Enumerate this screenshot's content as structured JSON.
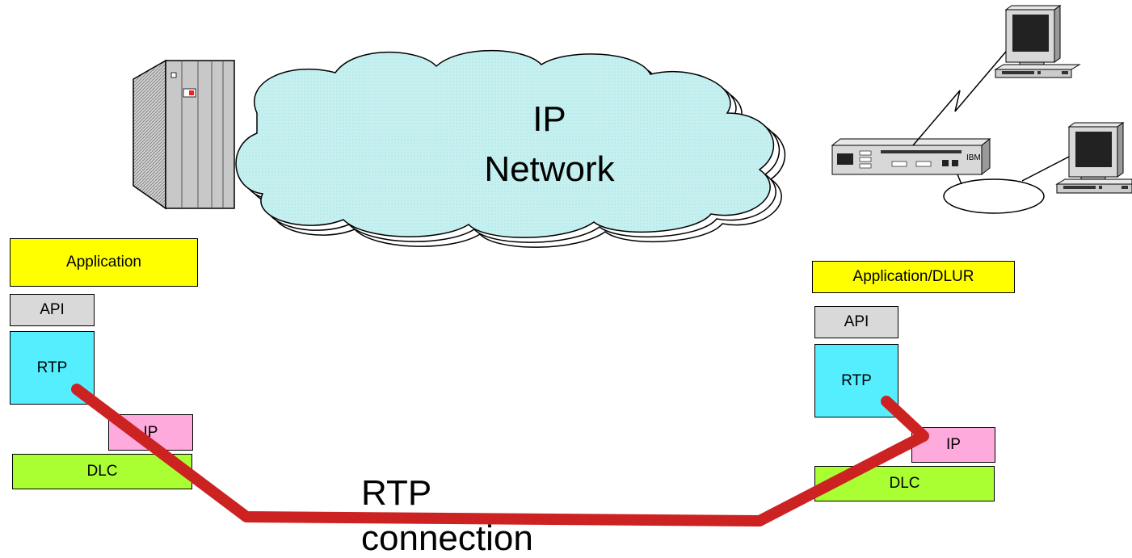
{
  "network": {
    "line1": "IP",
    "line2": "Network"
  },
  "router": {
    "brand": "IBM"
  },
  "left_stack": {
    "application": "Application",
    "api": "API",
    "rtp": "RTP",
    "ip": "IP",
    "dlc": "DLC"
  },
  "right_stack": {
    "application": "Application/DLUR",
    "api": "API",
    "rtp": "RTP",
    "ip": "IP",
    "dlc": "DLC"
  },
  "connection": {
    "line1": "RTP",
    "line2": "connection"
  },
  "colors": {
    "application": "#ffff00",
    "api": "#d9d9d9",
    "rtp": "#55eeff",
    "ip": "#ffaadd",
    "dlc": "#aaff33",
    "connection_line": "#cc2222",
    "cloud": "#c6f0f0"
  }
}
